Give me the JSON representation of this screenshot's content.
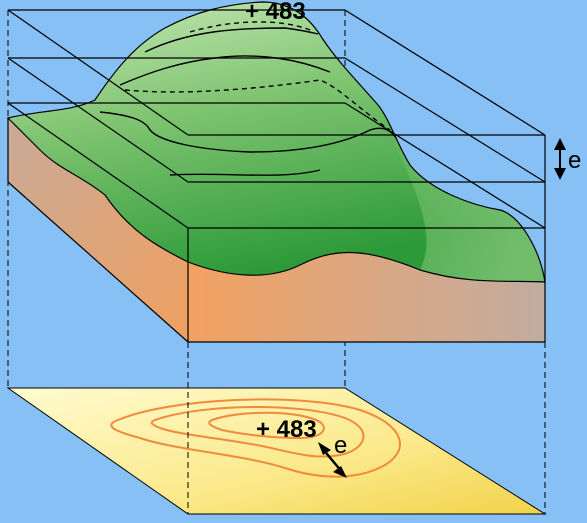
{
  "diagram": {
    "summit_label": "+ 483",
    "interval_label": "e",
    "map_summit_label": "+ 483",
    "map_interval_label": "e",
    "colors": {
      "background": "#86c0f5",
      "terrain_light": "#b8e0a8",
      "terrain_dark": "#2d9a3a",
      "soil_light": "#f0a060",
      "soil_dark": "#c2a89a",
      "map_light": "#fffac0",
      "map_dark": "#f2d64a",
      "contour_map": "#f08a3c",
      "lines": "#000000"
    }
  }
}
